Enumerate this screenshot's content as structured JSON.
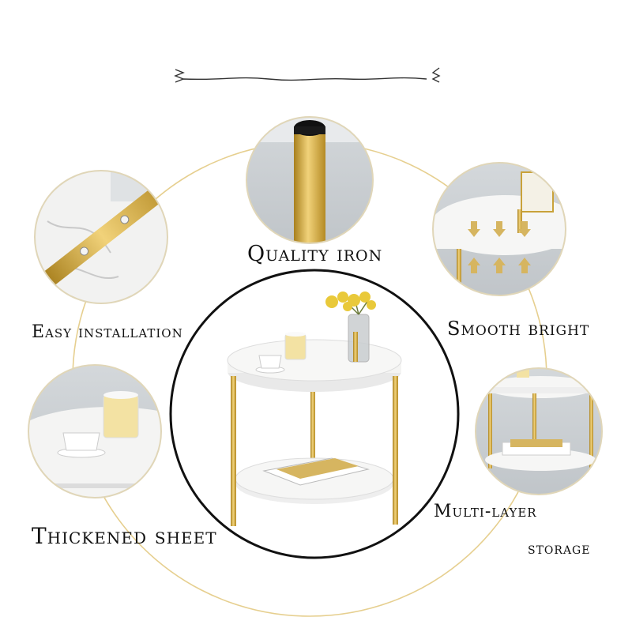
{
  "labels": {
    "quality_iron": "Quality iron",
    "easy_installation": "Easy installation",
    "smooth_bright": "Smooth bright",
    "thickened_sheet": "Thickened sheet",
    "multi_layer": "Multi-layer",
    "storage": "storage"
  },
  "colors": {
    "gold": "#c9a23a",
    "gold_light": "#e2c46a",
    "marble": "#f4f4f3",
    "wall_gray": "#c9cdd1",
    "ring_gold": "#e6cf8f",
    "circle_black": "#111111"
  }
}
